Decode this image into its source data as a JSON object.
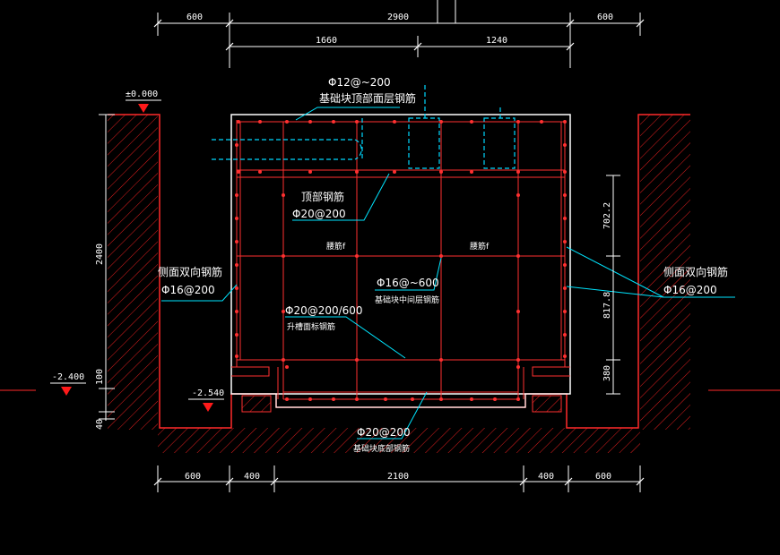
{
  "drawing": {
    "dims_top": [
      "600",
      "2900",
      "600"
    ],
    "dims_second": [
      "1660",
      "1240"
    ],
    "dims_bottom": [
      "600",
      "400",
      "2100",
      "400",
      "600"
    ],
    "dims_left": [
      "2400",
      "100",
      "40"
    ],
    "dims_right": [
      "702.2",
      "817.8",
      "380"
    ],
    "elevations": {
      "top": "±0.000",
      "left": "-2.400",
      "mid": "-2.540"
    },
    "notes": {
      "top_mesh_spec": "Φ12@~200",
      "top_mesh_name": "基础块顶部面层钢筋",
      "top_bar_name": "顶部钢筋",
      "top_bar_spec": "Φ20@200",
      "side_left_name": "侧面双向钢筋",
      "side_left_spec": "Φ16@200",
      "side_right_name": "侧面双向钢筋",
      "side_right_spec": "Φ16@200",
      "mid_spec": "Φ16@~600",
      "mid_name": "基础块中间层钢筋",
      "vert_spec": "Φ20@200/600",
      "vert_name": "升槽面标钢筋",
      "bottom_spec": "Φ20@200",
      "bottom_name": "基础块底部钢筋",
      "tag_left": "腰筋f",
      "tag_right": "腰筋f"
    },
    "colors": {
      "dimension": "#ffffff",
      "concrete": "#ff2a2a",
      "rebar": "#ff3030",
      "leader": "#00e5ff",
      "dash": "#00d8ff",
      "elev": "#ff1a1a"
    }
  }
}
